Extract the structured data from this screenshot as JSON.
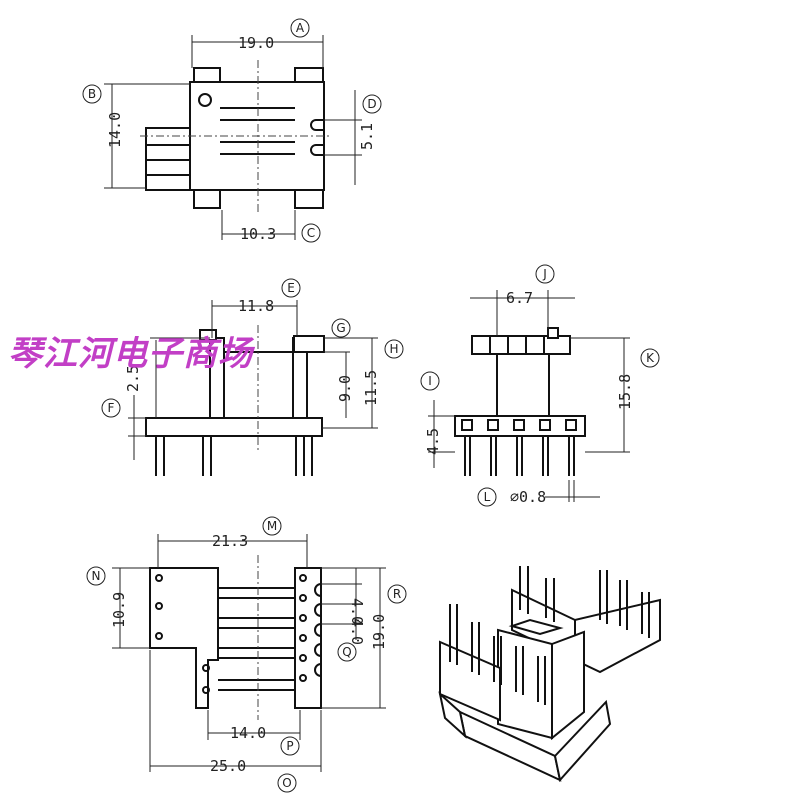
{
  "watermark": "琴江河电子商场",
  "dimensions": {
    "d_19_0_top": "19.0",
    "d_14_0": "14.0",
    "d_5_1": "5.1",
    "d_10_3": "10.3",
    "d_11_8": "11.8",
    "d_2_5": "2.5",
    "d_9_0": "9.0",
    "d_11_5": "11.5",
    "d_6_7": "6.7",
    "d_15_8": "15.8",
    "d_4_5": "4.5",
    "d_0_8": "⌀0.8",
    "d_21_3": "21.3",
    "d_10_9": "10.9",
    "d_4_0a": "4.0",
    "d_4_0b": "4.0",
    "d_19_0_right": "19.0",
    "d_14_0_bottom": "14.0",
    "d_25_0": "25.0"
  },
  "labels": {
    "A": "A",
    "B": "B",
    "C": "C",
    "D": "D",
    "E": "E",
    "F": "F",
    "G": "G",
    "H": "H",
    "I": "I",
    "J": "J",
    "K": "K",
    "L": "L",
    "M": "M",
    "N": "N",
    "O": "O",
    "P": "P",
    "Q": "Q",
    "R": "R"
  }
}
